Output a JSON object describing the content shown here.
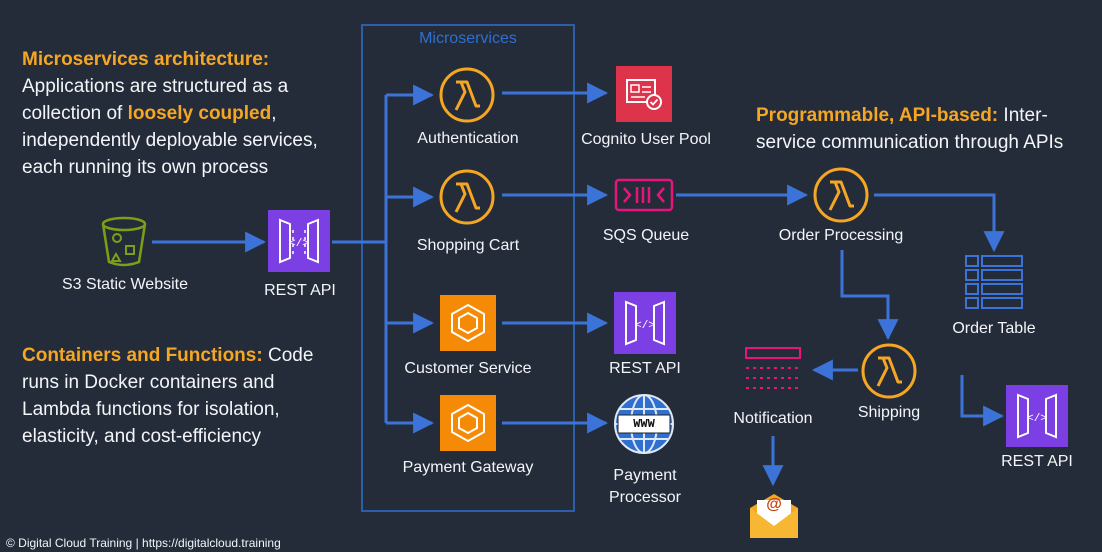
{
  "intro": {
    "heading": "Microservices architecture:",
    "line1": "Applications are structured as a",
    "line2_pre": "collection of ",
    "line2_hl": "loosely coupled",
    "line2_post": ",",
    "line3": "independently deployable services,",
    "line4": "each running its own process"
  },
  "containers": {
    "heading": "Containers and Functions:",
    "line1_post": " Code",
    "line2": "runs in Docker containers and",
    "line3": "Lambda functions for isolation,",
    "line4": "elasticity, and cost-efficiency"
  },
  "api": {
    "heading": "Programmable, API-based:",
    "line1_post": " Inter-",
    "line2": "service communication through APIs"
  },
  "diagram": {
    "group_title": "Microservices",
    "s3": "S3 Static Website",
    "rest_api_main": "REST API",
    "authentication": "Authentication",
    "shopping_cart": "Shopping Cart",
    "customer_service": "Customer Service",
    "payment_gateway": "Payment Gateway",
    "cognito": "Cognito User Pool",
    "sqs": "SQS Queue",
    "rest_api_cs": "REST API",
    "payment_processor_1": "Payment",
    "payment_processor_2": "Processor",
    "order_processing": "Order Processing",
    "order_table": "Order Table",
    "shipping": "Shipping",
    "notification": "Notification",
    "rest_api_ship": "REST API",
    "www": "WWW",
    "email_at": "@"
  },
  "footer": "© Digital Cloud Training  | https://digitalcloud.training",
  "colors": {
    "background": "#242c3a",
    "accent_orange": "#f5a623",
    "connector_blue": "#3b73d8",
    "group_border": "#2f6fd0",
    "api_purple": "#7b3fe4",
    "cognito_red": "#dd344c",
    "sqs_pink": "#e7157b",
    "s3_green": "#7aa116"
  }
}
